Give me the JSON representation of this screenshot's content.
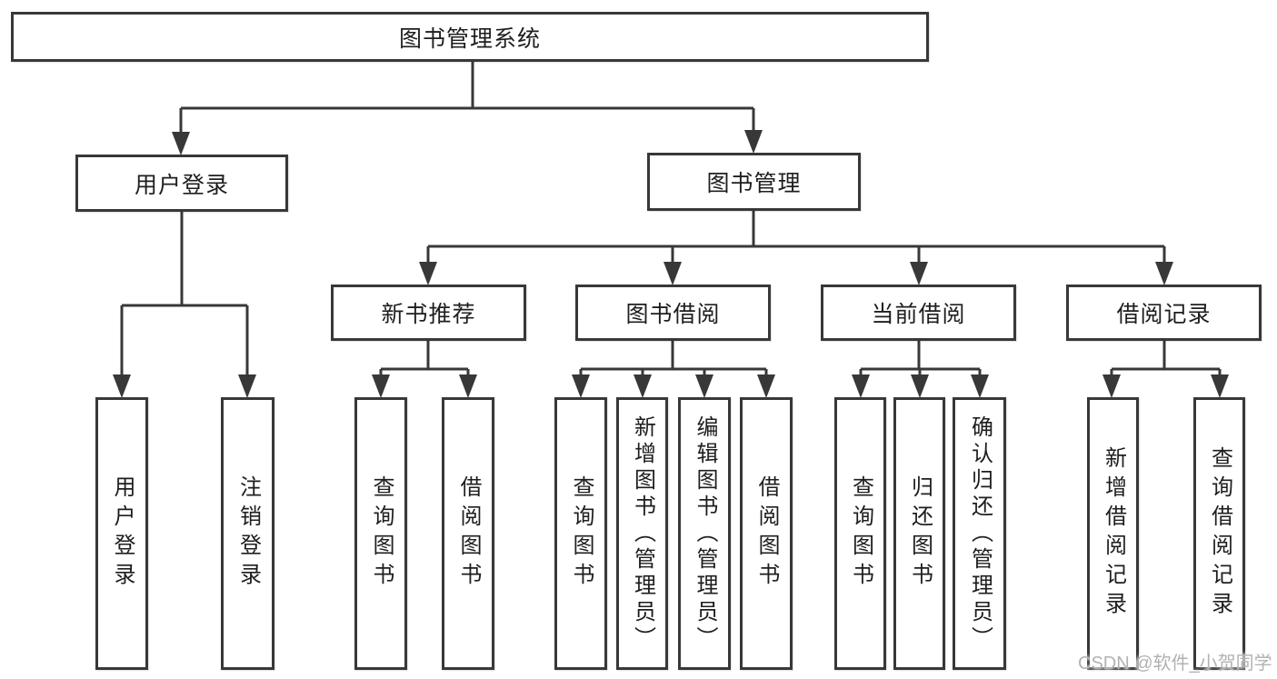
{
  "colors": {
    "background": "#ffffff",
    "line": "#383838",
    "box_border": "#383838",
    "text": "#1e1e1e",
    "watermark": "#b2b2b2"
  },
  "diagram": {
    "type": "tree",
    "root": {
      "label": "图书管理系统",
      "children": [
        {
          "label": "用户登录",
          "children": [
            {
              "label": "用户登录"
            },
            {
              "label": "注销登录"
            }
          ]
        },
        {
          "label": "图书管理",
          "children": [
            {
              "label": "新书推荐",
              "children": [
                {
                  "label": "查询图书"
                },
                {
                  "label": "借阅图书"
                }
              ]
            },
            {
              "label": "图书借阅",
              "children": [
                {
                  "label": "查询图书"
                },
                {
                  "label": "新增图书（管理员）"
                },
                {
                  "label": "编辑图书（管理员）"
                },
                {
                  "label": "借阅图书"
                }
              ]
            },
            {
              "label": "当前借阅",
              "children": [
                {
                  "label": "查询图书"
                },
                {
                  "label": "归还图书"
                },
                {
                  "label": "确认归还（管理员）"
                }
              ]
            },
            {
              "label": "借阅记录",
              "children": [
                {
                  "label": "新增借阅记录"
                },
                {
                  "label": "查询借阅记录"
                }
              ]
            }
          ]
        }
      ]
    }
  },
  "watermark": {
    "text": "CSDN @软件_小贺同学"
  }
}
